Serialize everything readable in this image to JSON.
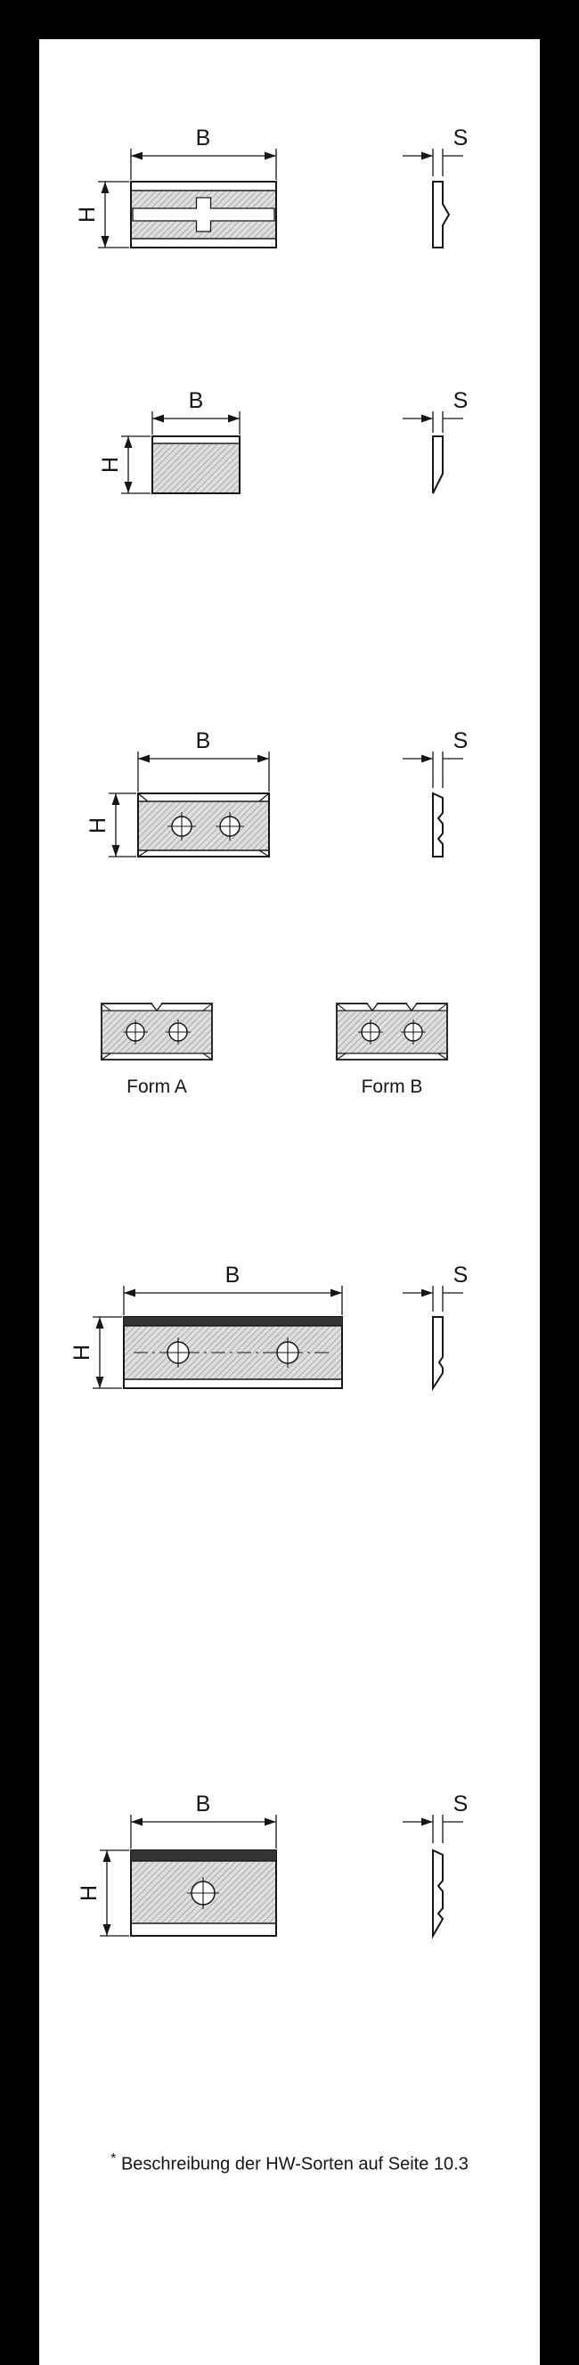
{
  "colors": {
    "frame": "#000000",
    "line": "#161616",
    "hatch_base": "#dedede",
    "hatch_line": "#9f9f9f",
    "edge_band": "#333333"
  },
  "dim_labels": {
    "width": "B",
    "height": "H",
    "thickness": "S"
  },
  "forms": {
    "a_label": "Form A",
    "b_label": "Form B"
  },
  "footnote": {
    "marker": "*",
    "text": "Beschreibung der HW-Sorten auf Seite 10.3"
  }
}
